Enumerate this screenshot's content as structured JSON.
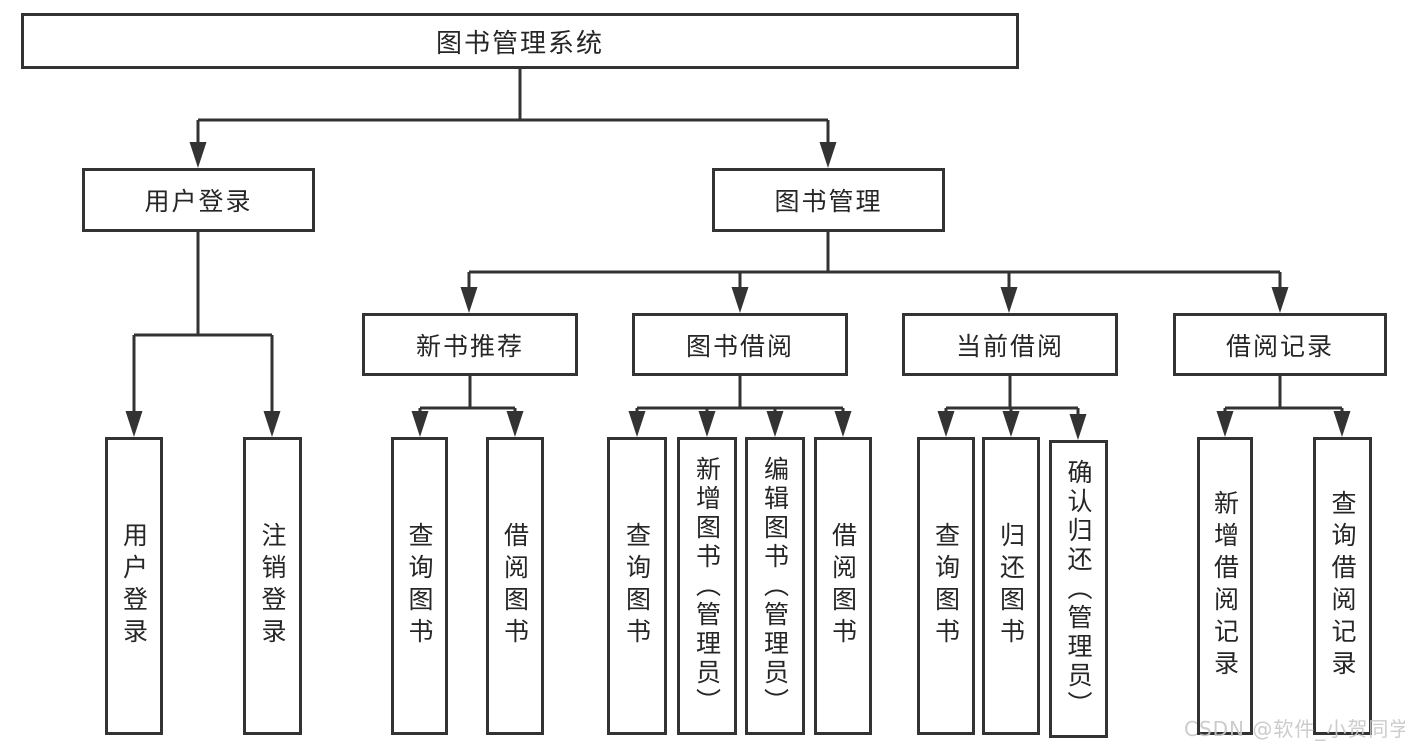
{
  "diagram": {
    "root": {
      "label": "图书管理系统"
    },
    "branches": [
      {
        "label": "用户登录"
      },
      {
        "label": "图书管理"
      }
    ],
    "modules": [
      {
        "label": "新书推荐",
        "parent": "图书管理"
      },
      {
        "label": "图书借阅",
        "parent": "图书管理"
      },
      {
        "label": "当前借阅",
        "parent": "图书管理"
      },
      {
        "label": "借阅记录",
        "parent": "图书管理"
      }
    ],
    "functions": [
      {
        "label": "用户登录",
        "parent": "用户登录"
      },
      {
        "label": "注销登录",
        "parent": "用户登录"
      },
      {
        "label": "查询图书",
        "parent": "新书推荐"
      },
      {
        "label": "借阅图书",
        "parent": "新书推荐"
      },
      {
        "label": "查询图书",
        "parent": "图书借阅"
      },
      {
        "label": "新增图书（管理员）",
        "parent": "图书借阅"
      },
      {
        "label": "编辑图书（管理员）",
        "parent": "图书借阅"
      },
      {
        "label": "借阅图书",
        "parent": "图书借阅"
      },
      {
        "label": "查询图书",
        "parent": "当前借阅"
      },
      {
        "label": "归还图书",
        "parent": "当前借阅"
      },
      {
        "label": "确认归还（管理员）",
        "parent": "当前借阅"
      },
      {
        "label": "新增借阅记录",
        "parent": "借阅记录"
      },
      {
        "label": "查询借阅记录",
        "parent": "借阅记录"
      }
    ],
    "watermark": "CSDN @软件_小贺同学",
    "colors": {
      "line": "#333333",
      "text": "#262626",
      "background": "#ffffff",
      "watermark": "#c8c8c8"
    }
  }
}
